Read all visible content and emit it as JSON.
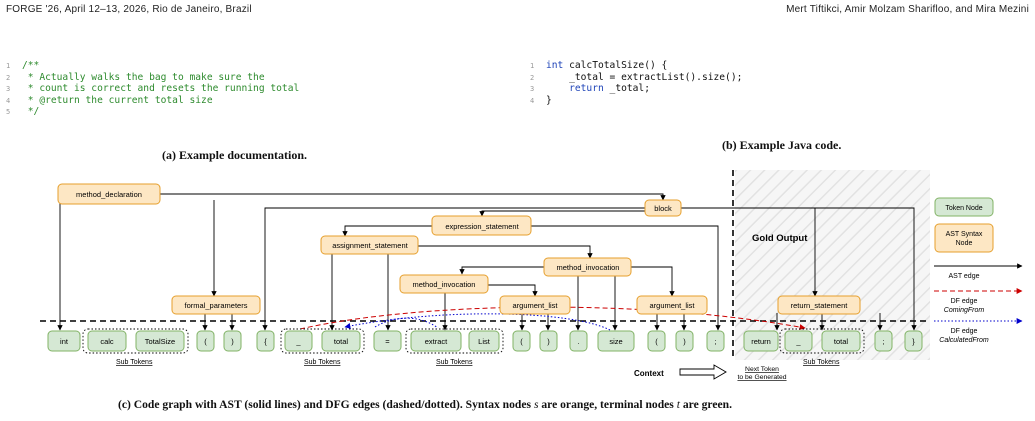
{
  "header": {
    "left": "FORGE '26, April 12–13, 2026, Rio de Janeiro, Brazil",
    "right": "Mert Tiftikci, Amir Molzam Sharifloo, and Mira Mezini"
  },
  "doc_code": {
    "lines": [
      {
        "n": "1",
        "text": "/**"
      },
      {
        "n": "2",
        "text": " * Actually walks the bag to make sure the"
      },
      {
        "n": "3",
        "text": " * count is correct and resets the running total"
      },
      {
        "n": "4",
        "text": " * @return the current total size"
      },
      {
        "n": "5",
        "text": " */"
      }
    ],
    "caption": "(a) Example documentation."
  },
  "java_code": {
    "lines": [
      {
        "n": "1",
        "kw": "int",
        "text": " calcTotalSize() {"
      },
      {
        "n": "2",
        "kw": "",
        "text": "    _total = extractList().size();"
      },
      {
        "n": "3",
        "kw": "    return",
        "text": " _total;"
      },
      {
        "n": "4",
        "kw": "",
        "text": "}"
      }
    ],
    "caption": "(b) Example Java code."
  },
  "graph": {
    "syntax_nodes": {
      "method_declaration": "method_declaration",
      "block": "block",
      "expression_statement": "expression_statement",
      "assignment_statement": "assignment_statement",
      "method_invocation_outer": "method_invocation",
      "method_invocation_inner": "method_invocation",
      "formal_parameters": "formal_parameters",
      "argument_list_inner": "argument_list",
      "argument_list_outer": "argument_list",
      "return_statement": "return_statement"
    },
    "tokens": {
      "int": "int",
      "calc": "calc",
      "TotalSize": "TotalSize",
      "lparen1": "(",
      "rparen1": ")",
      "lbrace": "{",
      "underscore1": "_",
      "total1": "total",
      "equals": "=",
      "extract": "extract",
      "List": "List",
      "lparen2": "(",
      "rparen2": ")",
      "dot": ".",
      "size": "size",
      "lparen3": "(",
      "rparen3": ")",
      "semi1": ";",
      "return": "return",
      "underscore2": "_",
      "total2": "total",
      "semi2": ";",
      "rbrace": "}"
    },
    "sub_tokens_label": "Sub Tokens",
    "gold_output": "Gold Output",
    "context": "Context",
    "next_token": [
      "Next Token",
      "to be Generated"
    ],
    "legend": {
      "token_node": "Token Node",
      "ast_node": [
        "AST Syntax",
        "Node"
      ],
      "ast_edge": "AST edge",
      "df_coming": [
        "DF edge",
        "ComingFrom"
      ],
      "df_calc": [
        "DF edge",
        "CalculatedFrom"
      ]
    },
    "colors": {
      "syntax_fill": "#fde7c4",
      "syntax_stroke": "#e69f2c",
      "token_fill": "#d5e8d4",
      "token_stroke": "#82b366",
      "df_coming": "#cc0000",
      "df_calc": "#0000cc"
    }
  },
  "caption_c": {
    "part1": "(c) Code graph with AST (solid lines) and DFG edges (dashed/dotted). Syntax nodes ",
    "s": "s",
    "part2": " are orange, terminal nodes ",
    "t": "t",
    "part3": " are green."
  }
}
